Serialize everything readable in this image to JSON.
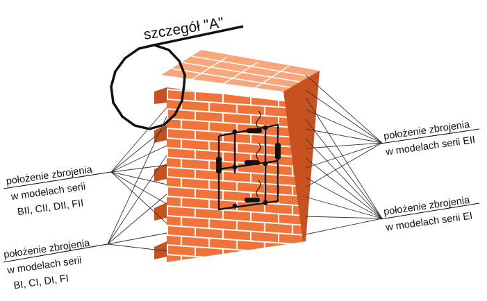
{
  "detail": {
    "label": "szczegół \"A\""
  },
  "labels": {
    "left_upper": {
      "line1": "położenie zbrojenia",
      "line2": "w modelach serii",
      "line3": "BII, CII, DII, FII"
    },
    "left_lower": {
      "line1": "położenie zbrojenia",
      "line2": "w modelach serii",
      "line3": "BI, CI, DI, FI"
    },
    "right_upper": {
      "line1": "położenie zbrojenia",
      "line2": "w modelach serii EII"
    },
    "right_lower": {
      "line1": "położenie zbrojenia",
      "line2": "w modelach serii EI"
    }
  },
  "colors": {
    "brick_face": "#f0733a",
    "brick_top": "#f9a77a",
    "brick_side": "#c8521f",
    "mortar": "#ffffff",
    "rebar": "#111111"
  }
}
